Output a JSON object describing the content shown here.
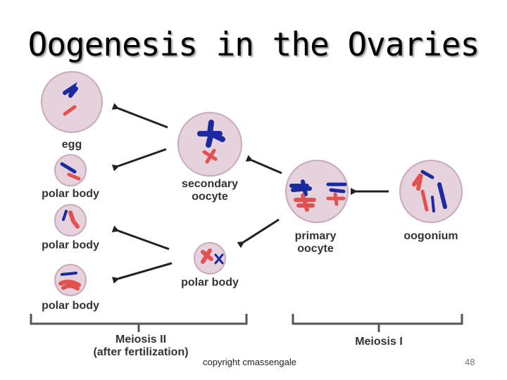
{
  "slide": {
    "title": "Oogenesis in the Ovaries",
    "copyright": "copyright cmassengale",
    "page_number": "48"
  },
  "diagram": {
    "cell_labels": {
      "egg": "egg",
      "polar_body_1": "polar body",
      "polar_body_2": "polar body",
      "polar_body_3": "polar body",
      "secondary_oocyte": [
        "secondary",
        "oocyte"
      ],
      "polar_body_mid": "polar body",
      "primary_oocyte": [
        "primary",
        "oocyte"
      ],
      "oogonium": "oogonium"
    },
    "stage_labels": {
      "meiosis_2": [
        "Meiosis II",
        "(after fertilization)"
      ],
      "meiosis_1": "Meiosis I"
    },
    "colors": {
      "cell_fill": "#e6d2dc",
      "cell_edge": "#c9aab9",
      "chromosome_blue": "#1c2aa0",
      "chromosome_red": "#e2504f",
      "arrow": "#222222"
    }
  }
}
